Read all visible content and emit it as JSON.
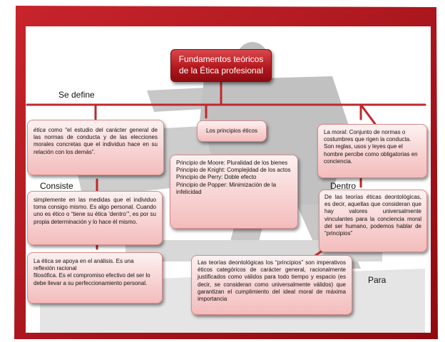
{
  "title": "Fundamentos teóricos de la Ética profesional",
  "labels": {
    "se_define": "Se define",
    "consiste": "Consiste",
    "dentro": "Dentro",
    "para": "Para"
  },
  "boxes": {
    "definition": {
      "term": "ética",
      "text": " como “el estudio del carácter general de las normas de conducta y de las elecciones morales concretas que el individuo hace en su relación con los demás”."
    },
    "consiste": "simplemente en las medidas que el individuo toma consigo mismo. Es algo personal. Cuando uno es ético o “tiene su ética ‘dentro’”, es por su propia determinación y lo hace él mismo.",
    "analisis_lines": [
      "La ética se apoya en el análisis. Es una reflexión racional",
      "filosófica. Es el compromiso efectivo del ser lo",
      "debe llevar a su perfeccionamiento personal."
    ],
    "principios_header": "Los principios éticos",
    "principios_lines": [
      "Principio de Moore: Pluralidad de los bienes",
      "Principio de Knight: Complejidad de los actos",
      "Principio de Perry: Doble efecto",
      "Principio de Popper: Minimización de la infelicidad"
    ],
    "moral": "La moral: Conjunto de normas o costumbres que rigen la conducta. Son reglas, usos y leyes que el hombre percibe como obligatorias en conciencia.",
    "dentro": "De las teorías éticas deontológicas, es decir, aquellas que consideran que hay valores universalmente vinculantes para la conciencia moral del ser humano, podemos hablar de “principios”",
    "para": "Las teorías deontológicas los “principios” son imperativos éticos categóricos de carácter general, racionalmente justificados como válidos para todo tiempo y espacio (es decir, se consideran como universalmente válidos) que garantizan el cumplimiento del ideal moral de máxima importancia"
  },
  "colors": {
    "frame": "#b2121b",
    "title_fill": "#b0161c",
    "connector": "#c0282d",
    "box_fill": "#f8d3d3",
    "box_border": "#d98a8a"
  }
}
